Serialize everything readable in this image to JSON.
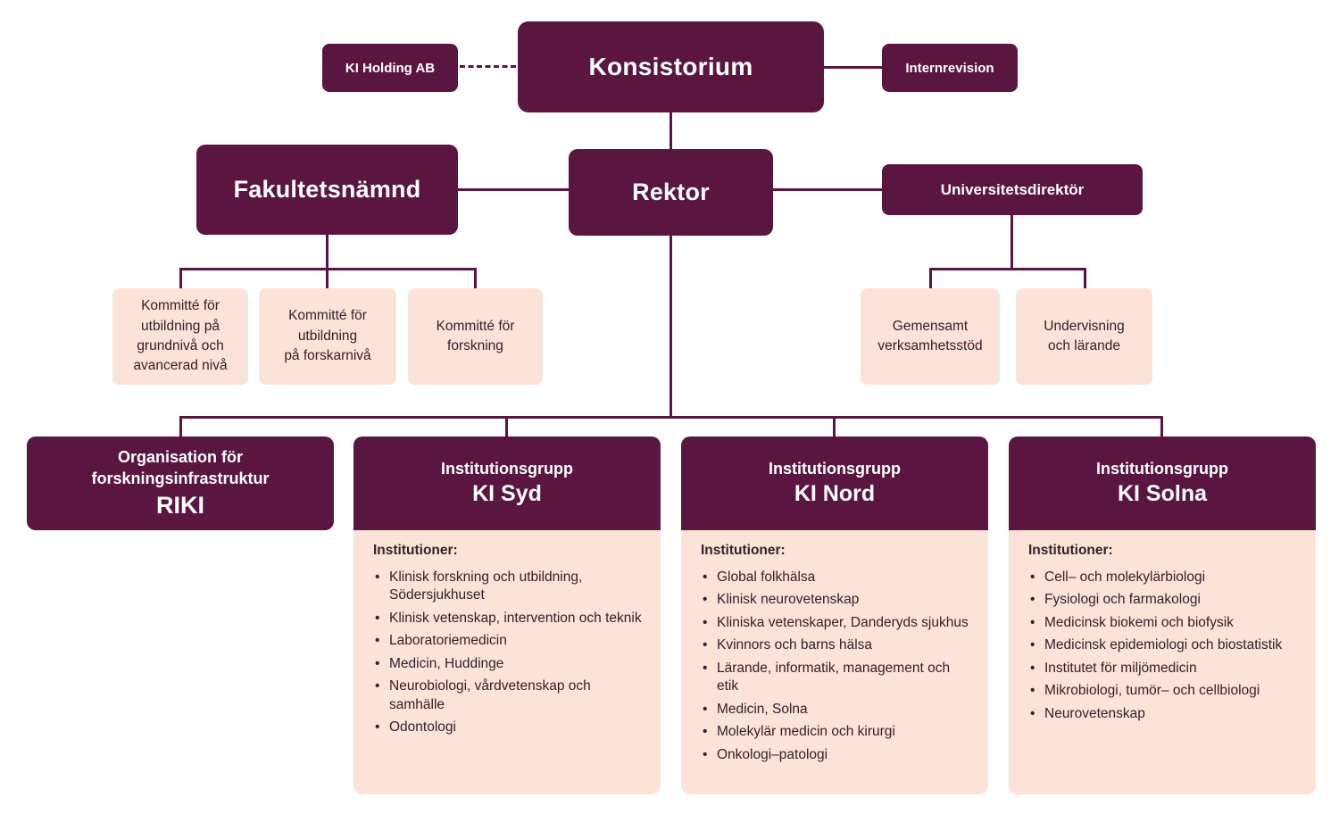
{
  "colors": {
    "plum": "#5A1640",
    "light_pink": "#FCE3D7",
    "text_dark": "#33212B",
    "background": "#FFFFFF"
  },
  "nodes": {
    "ki_holding": "KI Holding AB",
    "konsistorium": "Konsistorium",
    "internrevision": "Internrevision",
    "fakultetsnamnd": "Fakultetsnämnd",
    "rektor": "Rektor",
    "universitetsdirektor": "Universitetsdirektör",
    "committees": [
      "Kommitté för\nutbildning på\ngrundnivå och\navancerad nivå",
      "Kommitté för\nutbildning\npå forskarnivå",
      "Kommitté för\nforskning"
    ],
    "support_units": [
      "Gemensamt\nverksamhetsstöd",
      "Undervisning\noch lärande"
    ],
    "riki": {
      "line1": "Organisation för\nforskningsinfrastruktur",
      "line2": "RIKI"
    }
  },
  "groups": [
    {
      "type_label": "Institutionsgrupp",
      "name": "KI Syd",
      "list_title": "Institutioner:",
      "institutions": [
        "Klinisk forskning och utbildning, Södersjukhuset",
        "Klinisk vetenskap, intervention och teknik",
        "Laboratoriemedicin",
        "Medicin, Huddinge",
        "Neurobiologi, vårdvetenskap och samhälle",
        "Odontologi"
      ]
    },
    {
      "type_label": "Institutionsgrupp",
      "name": "KI Nord",
      "list_title": "Institutioner:",
      "institutions": [
        "Global folkhälsa",
        "Klinisk neurovetenskap",
        "Kliniska vetenskaper, Danderyds sjukhus",
        "Kvinnors och barns hälsa",
        "Lärande, informatik, management och etik",
        "Medicin, Solna",
        "Molekylär medicin och kirurgi",
        "Onkologi–patologi"
      ]
    },
    {
      "type_label": "Institutionsgrupp",
      "name": "KI Solna",
      "list_title": "Institutioner:",
      "institutions": [
        "Cell– och molekylärbiologi",
        "Fysiologi och farmakologi",
        "Medicinsk biokemi och biofysik",
        "Medicinsk epidemiologi och biostatistik",
        "Institutet för miljömedicin",
        "Mikrobiologi, tumör– och cellbiologi",
        "Neurovetenskap"
      ]
    }
  ]
}
